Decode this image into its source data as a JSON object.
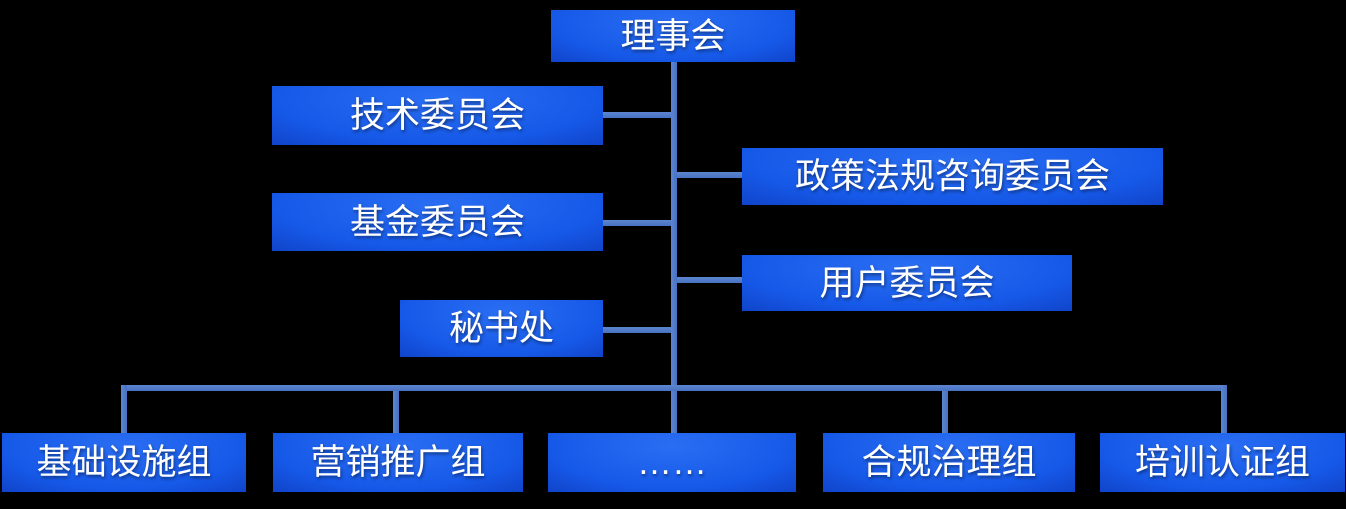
{
  "colors": {
    "background": "#000000",
    "box_center": "#2a6ef3",
    "box_edge": "#0a2b9e",
    "connector": "#4b77c6",
    "text": "#ffffff"
  },
  "org_chart": {
    "type": "org-hierarchy",
    "root": {
      "id": "board",
      "label": "理事会"
    },
    "branches": [
      {
        "id": "tech_committee",
        "label": "技术委员会",
        "side": "left"
      },
      {
        "id": "policy_committee",
        "label": "政策法规咨询委员会",
        "side": "right"
      },
      {
        "id": "fund_committee",
        "label": "基金委员会",
        "side": "left"
      },
      {
        "id": "user_committee",
        "label": "用户委员会",
        "side": "right"
      },
      {
        "id": "secretariat",
        "label": "秘书处",
        "side": "left"
      }
    ],
    "groups": [
      {
        "id": "infrastructure_group",
        "label": "基础设施组"
      },
      {
        "id": "marketing_group",
        "label": "营销推广组"
      },
      {
        "id": "ellipsis_group",
        "label": "……"
      },
      {
        "id": "compliance_group",
        "label": "合规治理组"
      },
      {
        "id": "training_group",
        "label": "培训认证组"
      }
    ]
  }
}
